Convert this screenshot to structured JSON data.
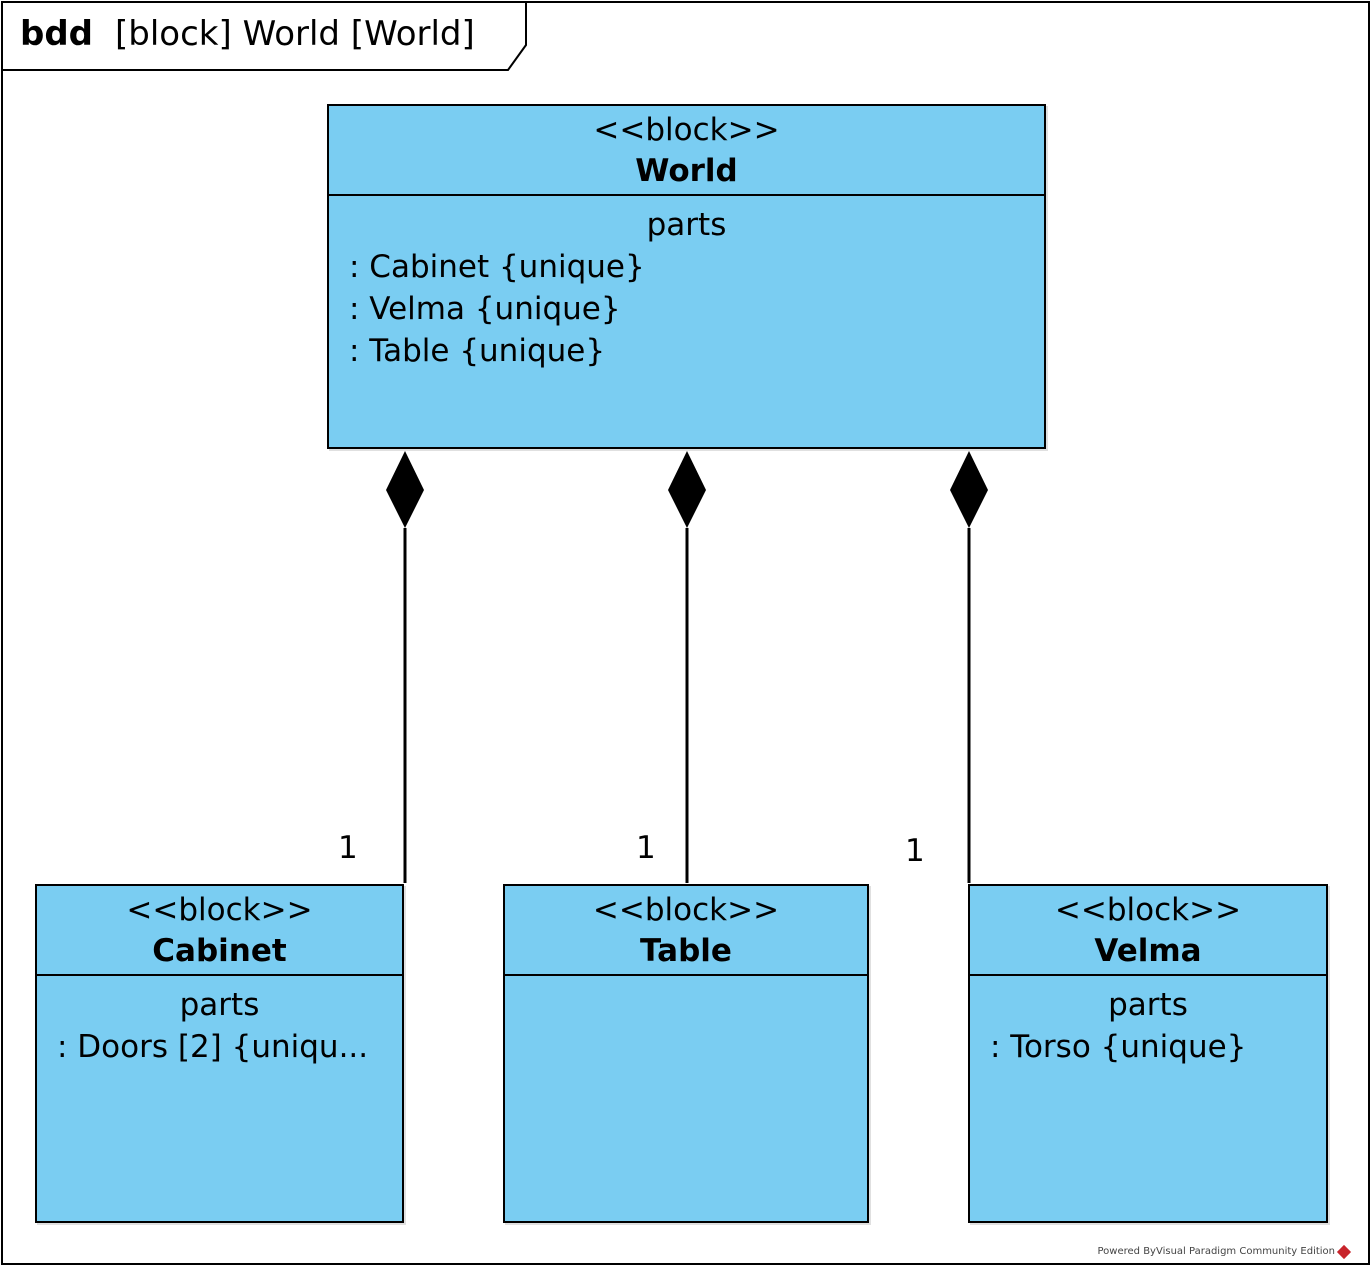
{
  "frame": {
    "kind": "bdd",
    "title": "[block] World [World]"
  },
  "blocks": {
    "world": {
      "stereotype": "<<block>>",
      "name": "World",
      "compartment_title": "parts",
      "parts": [
        ": Cabinet {unique}",
        ": Velma {unique}",
        ": Table {unique}"
      ]
    },
    "cabinet": {
      "stereotype": "<<block>>",
      "name": "Cabinet",
      "compartment_title": "parts",
      "parts": [
        ": Doors [2] {uniqu..."
      ]
    },
    "table": {
      "stereotype": "<<block>>",
      "name": "Table"
    },
    "velma": {
      "stereotype": "<<block>>",
      "name": "Velma",
      "compartment_title": "parts",
      "parts": [
        ": Torso {unique}"
      ]
    }
  },
  "associations": {
    "world_cabinet": {
      "type": "composition",
      "multiplicity": "1"
    },
    "world_table": {
      "type": "composition",
      "multiplicity": "1"
    },
    "world_velma": {
      "type": "composition",
      "multiplicity": "1"
    }
  },
  "colors": {
    "block_fill": "#7ACDF2",
    "line": "#000000"
  },
  "footer": {
    "powered_by": "Powered By​Visual Paradigm Community Edition"
  }
}
